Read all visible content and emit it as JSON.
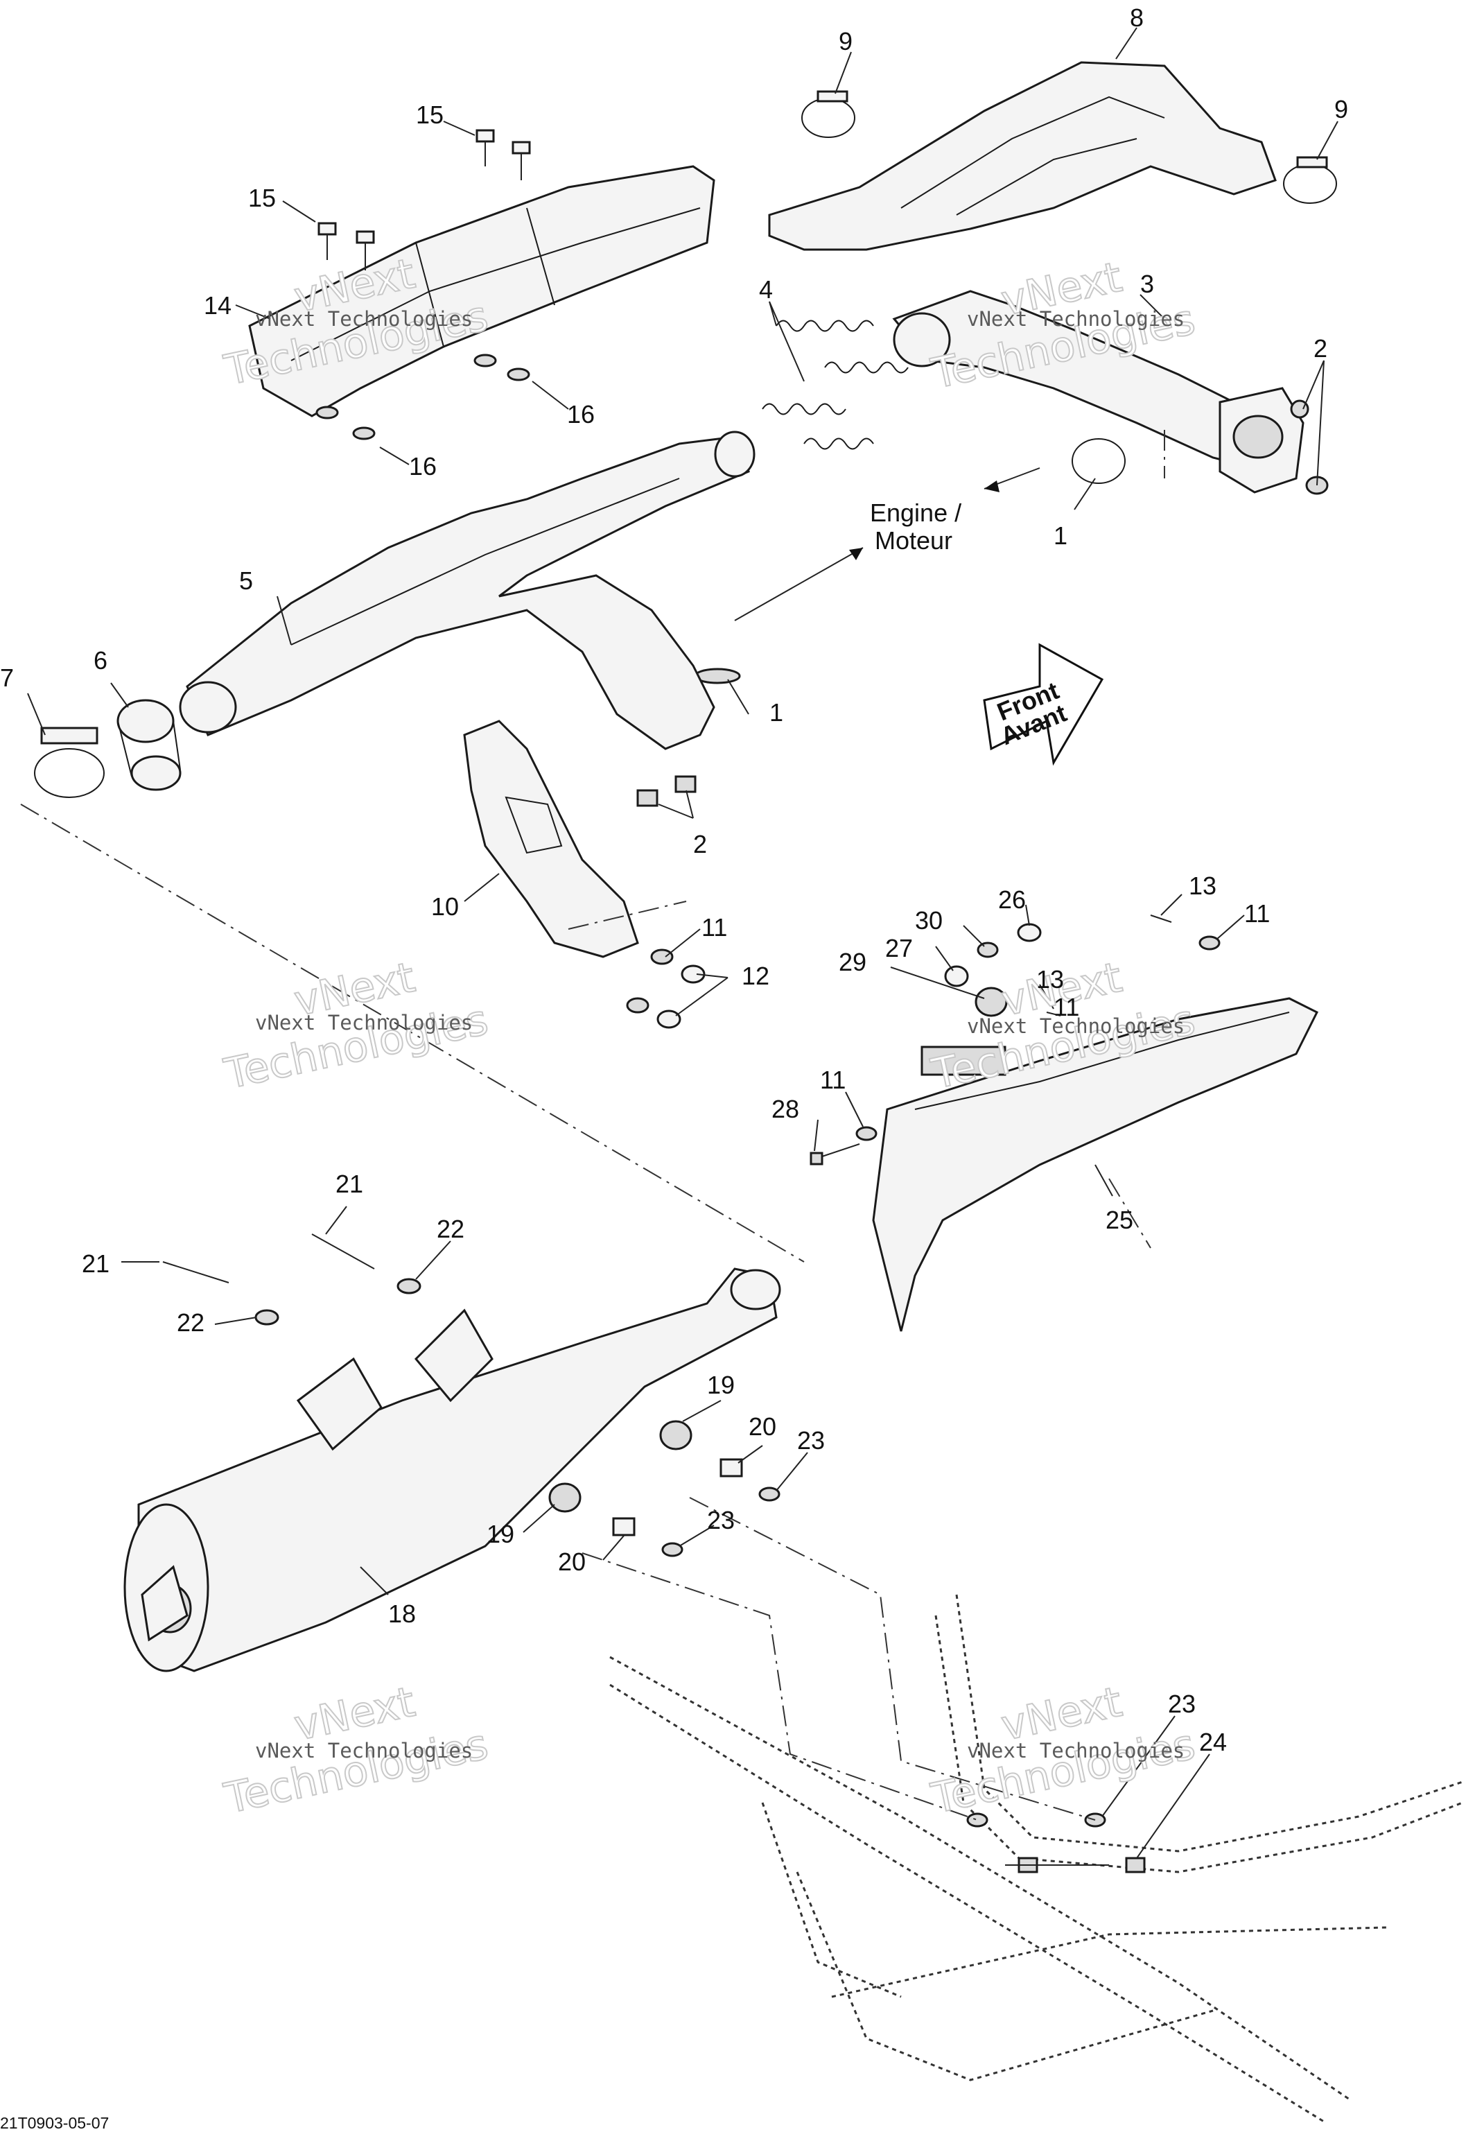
{
  "diagram": {
    "engine_label": [
      "Engine /",
      "Moteur"
    ],
    "front_label": [
      "Front",
      "Avant"
    ],
    "drawing_code": "21T0903-05-07",
    "watermark": {
      "line": "vNext Technologies",
      "big": [
        "vNext",
        "Technologies"
      ]
    },
    "callouts": {
      "c1a": "1",
      "c1b": "1",
      "c2a": "2",
      "c2b": "2",
      "c3": "3",
      "c4": "4",
      "c5": "5",
      "c6": "6",
      "c7": "7",
      "c8": "8",
      "c9a": "9",
      "c9b": "9",
      "c10": "10",
      "c11a": "11",
      "c11b": "11",
      "c11c": "11",
      "c11d": "11",
      "c12": "12",
      "c13a": "13",
      "c13b": "13",
      "c14": "14",
      "c15a": "15",
      "c15b": "15",
      "c16a": "16",
      "c16b": "16",
      "c18": "18",
      "c19a": "19",
      "c19b": "19",
      "c20a": "20",
      "c20b": "20",
      "c21a": "21",
      "c21b": "21",
      "c22a": "22",
      "c22b": "22",
      "c23a": "23",
      "c23b": "23",
      "c23c": "23",
      "c24": "24",
      "c25": "25",
      "c26": "26",
      "c27": "27",
      "c28": "28",
      "c29": "29",
      "c30": "30"
    }
  }
}
